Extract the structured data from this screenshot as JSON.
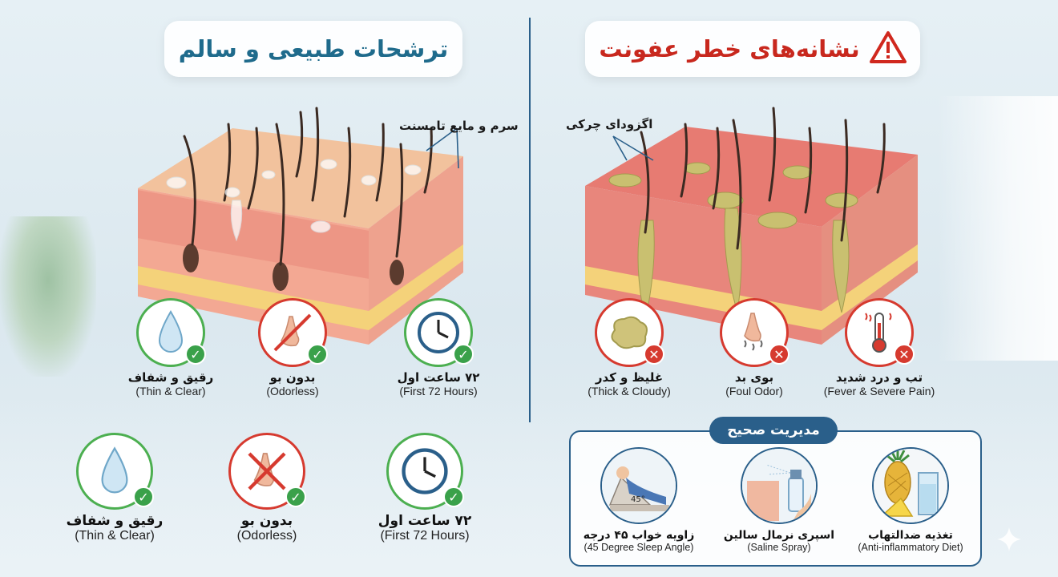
{
  "healthy": {
    "title": "ترشحات طبیعی و سالم",
    "callout": "سرم و مایع تامسنت",
    "items_top": [
      {
        "fa": "رقیق و شفاف",
        "en": "(Thin & Clear)",
        "icon": "water-drop-icon"
      },
      {
        "fa": "بدون بو",
        "en": "(Odorless)",
        "icon": "crossed-nose-icon"
      },
      {
        "fa": "۷۲ ساعت اول",
        "en": "(First 72 Hours)",
        "icon": "clock-icon"
      }
    ],
    "items_bottom": [
      {
        "fa": "رقیق و شفاف",
        "en": "(Thin & Clear)",
        "icon": "water-drop-icon"
      },
      {
        "fa": "بدون بو",
        "en": "(Odorless)",
        "icon": "crossed-nose-icon"
      },
      {
        "fa": "۷۲ ساعت اول",
        "en": "(First 72 Hours)",
        "icon": "clock-icon"
      }
    ]
  },
  "infection": {
    "title": "نشانه‌های خطر عفونت",
    "callout": "اگزودای چرکی",
    "items": [
      {
        "fa": "غلیظ و کدر",
        "en": "(Thick & Cloudy)",
        "icon": "pus-blob-icon"
      },
      {
        "fa": "بوی بد",
        "en": "(Foul Odor)",
        "icon": "smelling-nose-icon"
      },
      {
        "fa": "تب و درد شدید",
        "en": "(Fever & Severe Pain)",
        "icon": "thermometer-icon"
      }
    ]
  },
  "management": {
    "title": "مدیریت صحیح",
    "items": [
      {
        "fa": "زاویه خواب ۴۵ درجه",
        "en": "(45 Degree Sleep Angle)",
        "icon": "sleeping-angle-icon",
        "angle_label": "45°"
      },
      {
        "fa": "اسپری نرمال سالین",
        "en": "(Saline Spray)",
        "icon": "spray-bottle-icon"
      },
      {
        "fa": "تغذیه ضدالتهاب",
        "en": "(Anti-inflammatory Diet)",
        "icon": "pineapple-water-icon"
      }
    ]
  },
  "colors": {
    "healthy_accent": "#1f6b8c",
    "danger": "#c8281e",
    "ok": "#3aa14a",
    "frame": "#2a5f8a"
  }
}
